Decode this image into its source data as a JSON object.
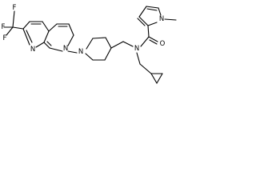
{
  "molecule": {
    "atoms": {
      "f_top": "F",
      "f_left": "F",
      "f_bottom": "F",
      "n_naph_lower": "N",
      "n_naph_right": "N",
      "n_piperidine": "N",
      "n_amide": "N",
      "o_carbonyl": "O",
      "n_pyrrole": "N"
    }
  }
}
